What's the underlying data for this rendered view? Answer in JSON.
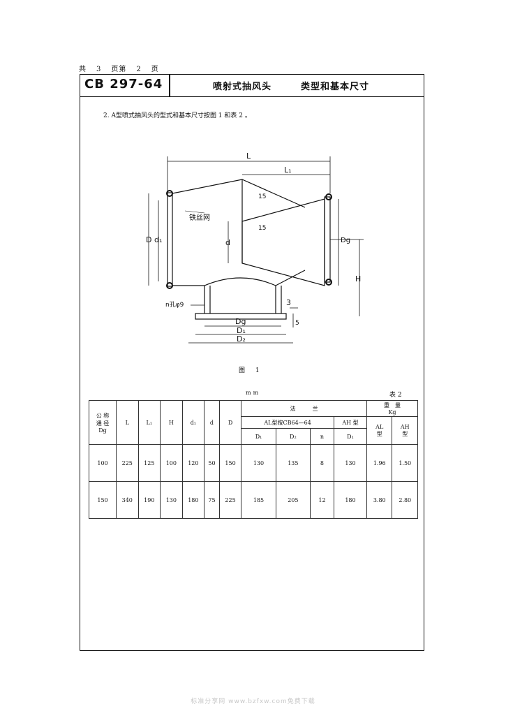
{
  "page_info": {
    "total_label": "共",
    "total": "3",
    "page_label": "页第",
    "page": "2",
    "page_suffix": "页"
  },
  "header": {
    "standard_no": "CB 297-64",
    "title": "喷射式抽风头",
    "subtitle": "类型和基本尺寸"
  },
  "note": "2. A型喷式抽风头的型式和基本尺寸按图 1 和表 2 。",
  "figure": {
    "labels": {
      "L": "L",
      "L1": "L₁",
      "angle_15_top": "15",
      "angle_15_bottom": "15",
      "mesh": "铁丝网",
      "D": "D",
      "d1": "d₁",
      "d": "d",
      "Dg_vert": "Dg",
      "H": "H",
      "holes": "n孔φ9",
      "dim_3": "3",
      "dim_5": "5",
      "Dg": "Dg",
      "D1": "D₁",
      "D2": "D₂"
    },
    "caption": "图 1"
  },
  "table": {
    "unit": "mm",
    "number": "表 2",
    "headers": {
      "dg": "公 称\n通 径\nDg",
      "L": "L",
      "L1": "L₁",
      "H": "H",
      "d1": "d₁",
      "d": "d",
      "D": "D",
      "flange": "法　　　兰",
      "al_type": "AL型按CB64—64",
      "ah_type": "AH 型",
      "weight": "重　量\nKg",
      "D1": "D₁",
      "D2": "D₂",
      "n": "n",
      "D1_ah": "D₁",
      "w_al": "AL\n型",
      "w_ah": "AH\n型"
    },
    "rows": [
      [
        "100",
        "225",
        "125",
        "100",
        "120",
        "50",
        "150",
        "130",
        "135",
        "8",
        "130",
        "1.96",
        "1.50"
      ],
      [
        "150",
        "340",
        "190",
        "130",
        "180",
        "75",
        "225",
        "185",
        "205",
        "12",
        "180",
        "3.80",
        "2.80"
      ]
    ]
  },
  "watermark": "标准分享网 www.bzfxw.com免费下载"
}
